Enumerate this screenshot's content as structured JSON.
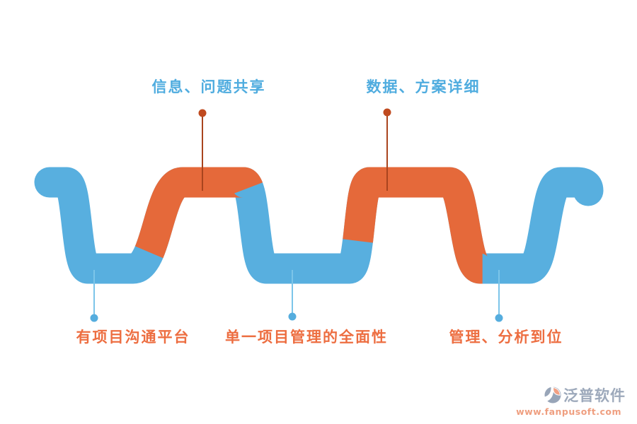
{
  "diagram": {
    "title_hidden": "",
    "top_labels": [
      {
        "text": "信息、问题共享"
      },
      {
        "text": "数据、方案详细"
      }
    ],
    "bottom_labels": [
      {
        "text": "有项目沟通平台"
      },
      {
        "text": "单一项目管理的全面性"
      },
      {
        "text": "管理、分析到位"
      }
    ],
    "colors": {
      "ribbon_blue": "#58afdf",
      "ribbon_orange": "#e5693a",
      "top_label_text": "#4facdf",
      "bottom_label_text": "#ed6e41",
      "top_connector_line": "#a9441e",
      "top_connector_dot": "#c04a1f",
      "bottom_connector_line": "#7cc5e9",
      "bottom_connector_dot": "#55adde"
    }
  },
  "branding": {
    "logo_text": "泛普软件",
    "website": "www.fanpusoft.com",
    "logo_gray": "#98a5b8",
    "logo_peach": "#f2a083"
  }
}
